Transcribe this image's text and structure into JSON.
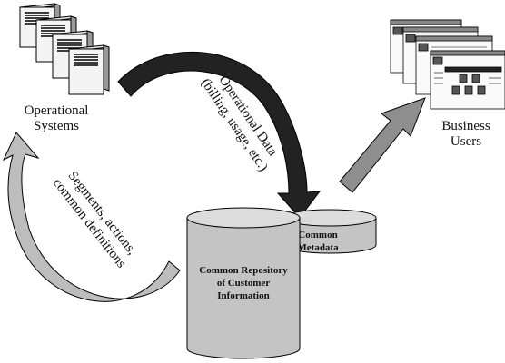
{
  "operational_systems": {
    "line1": "Operational",
    "line2": "Systems"
  },
  "business_users": {
    "line1": "Business",
    "line2": "Users"
  },
  "operational_data_arrow": {
    "line1": "Operational Data",
    "line2": "(billing, usage, etc.)"
  },
  "segments_arrow": {
    "line1": "Segments, actions,",
    "line2": "common definitions"
  },
  "repository": {
    "line1": "Common Repository",
    "line2": "of Customer",
    "line3": "Information"
  },
  "metadata": {
    "line1": "Common",
    "line2": "Metadata"
  },
  "colors": {
    "dark_arrow": "#222222",
    "light_arrow": "#bdbdbd",
    "cylinder": "#c4c4c4",
    "cylinder_top": "#dcdcdc",
    "outline": "#000000"
  }
}
